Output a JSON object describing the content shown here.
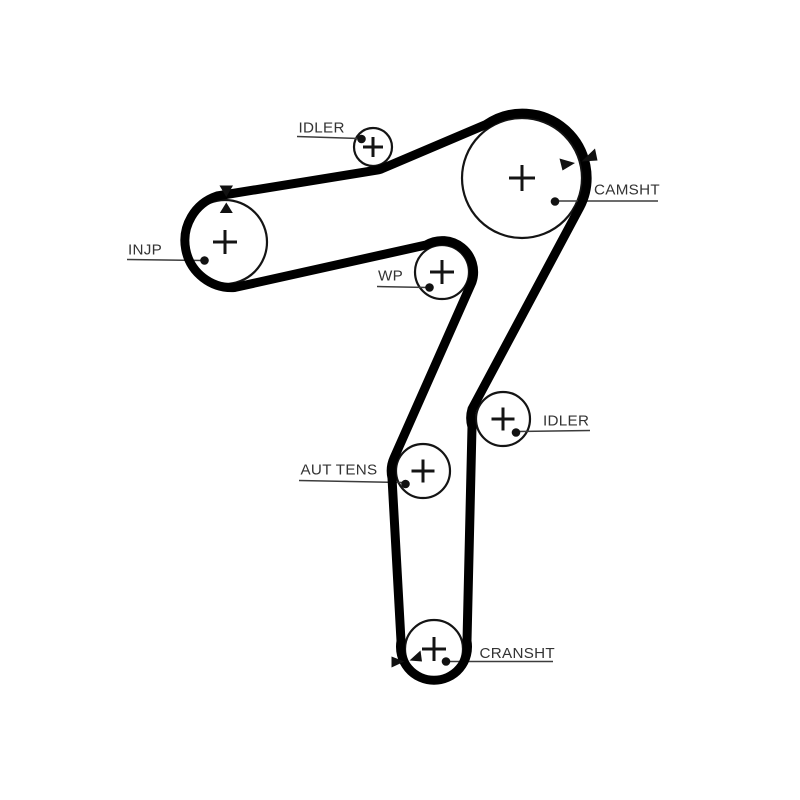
{
  "diagram": {
    "type": "timing-belt-routing-diagram",
    "labels": {
      "idler_top": "IDLER",
      "camshaft": "CAMSHT",
      "injection_pump": "INJP",
      "water_pump": "WP",
      "idler_right": "IDLER",
      "auto_tensioner": "AUT TENS",
      "crankshaft": "CRANSHT"
    },
    "icons": {
      "pulley_center_mark": "plus-cross",
      "belt_alignment_mark": "filled-triangle-pair",
      "label_anchor": "filled-dot"
    },
    "colors": {
      "background": "#ffffff",
      "belt": "#000000",
      "pulley_outline": "#141414",
      "label_text": "#333333",
      "leader_line": "#3c3c3c"
    }
  }
}
